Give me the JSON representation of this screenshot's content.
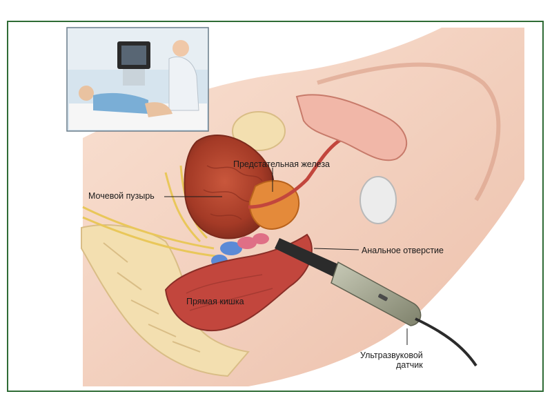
{
  "labels": {
    "bladder": "Мочевой пузырь",
    "prostate": "Предстательная железа",
    "anal_opening": "Анальное отверстие",
    "rectum": "Прямая кишка",
    "probe_line1": "Ультразвуковой",
    "probe_line2": "датчик"
  },
  "colors": {
    "frame_border": "#2e6b35",
    "skin": "#f2c9b3",
    "tissue": "#e7a48b",
    "bladder": "#b8452e",
    "rectum": "#c2463d",
    "prostate": "#e48a3a",
    "bone": "#f3dfb0",
    "probe_dark": "#2b2b2b",
    "probe_body": "#a6a891"
  },
  "icons": {
    "inset": "ultrasound-exam-scene-icon"
  }
}
